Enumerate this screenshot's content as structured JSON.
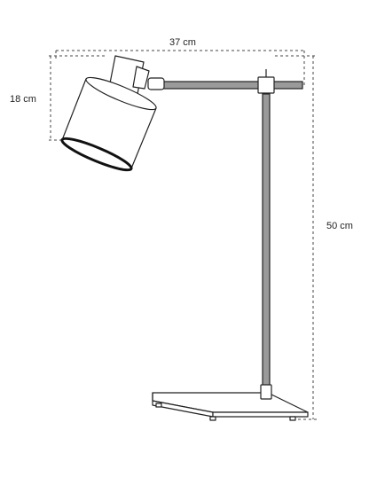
{
  "dimensions": {
    "width_label": "37 cm",
    "height_label": "50 cm",
    "shade_label": "18 cm"
  },
  "colors": {
    "outline": "#222222",
    "rod_fill": "#9a9a9a",
    "dimension_line": "#444444"
  }
}
